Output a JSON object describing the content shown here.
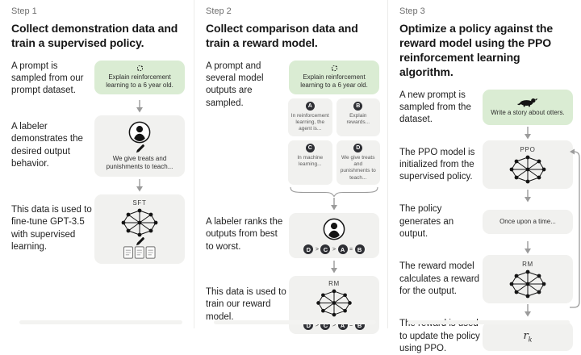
{
  "colors": {
    "background": "#ffffff",
    "green_box": "#daecd3",
    "gray_box": "#f1f1ef",
    "heading_text": "#161616",
    "step_label_text": "#6f6f6f",
    "body_text": "#1f1f1f",
    "arrow": "#9b9b9b",
    "rank_circle": "#2e2f34",
    "divider": "#ececea"
  },
  "steps": [
    {
      "label": "Step 1",
      "title": "Collect demonstration data and train a supervised policy.",
      "rows": [
        {
          "label": "A prompt is sampled from our prompt dataset.",
          "icon": "refresh-icon",
          "box_text": "Explain reinforcement learning to a 6 year old."
        },
        {
          "label": "A labeler demonstrates the desired output behavior.",
          "icons": [
            "labeler-icon",
            "pencil-icon"
          ],
          "box_text": "We give treats and punishments to teach..."
        },
        {
          "label": "This data is used to fine-tune GPT-3.5 with supervised learning.",
          "box_tag": "SFT",
          "icons": [
            "network-icon",
            "pencil-icon",
            "documents-icon"
          ]
        }
      ]
    },
    {
      "label": "Step 2",
      "title": "Collect comparison data and train a reward model.",
      "rows": [
        {
          "label": "A prompt and several model outputs are sampled.",
          "icon": "refresh-icon",
          "box_text": "Explain reinforcement learning to a 6 year old.",
          "outputs": [
            {
              "letter": "A",
              "text": "In reinforcement learning, the agent is..."
            },
            {
              "letter": "B",
              "text": "Explain rewards..."
            },
            {
              "letter": "C",
              "text": "In machine learning..."
            },
            {
              "letter": "D",
              "text": "We give treats and punishments to teach..."
            }
          ]
        },
        {
          "label": "A labeler ranks the outputs from best to worst.",
          "icon": "labeler-icon",
          "ranking": {
            "letters": [
              "D",
              "C",
              "A",
              "B"
            ],
            "separators": [
              ">",
              ">",
              "="
            ]
          }
        },
        {
          "label": "This data is used to train our reward model.",
          "box_tag": "RM",
          "icon": "network-icon",
          "ranking": {
            "letters": [
              "D",
              "C",
              "A",
              "B"
            ],
            "separators": [
              ">",
              ">",
              "="
            ]
          }
        }
      ]
    },
    {
      "label": "Step 3",
      "title": "Optimize a policy against the reward model using the PPO reinforcement learning algorithm.",
      "rows": [
        {
          "label": "A new prompt is sampled from the dataset.",
          "icon": "otter-icon",
          "box_text": "Write a story about otters."
        },
        {
          "label": "The PPO model is initialized from the supervised policy.",
          "box_tag": "PPO",
          "icon": "network-icon"
        },
        {
          "label": "The policy generates an output.",
          "box_text": "Once upon a time..."
        },
        {
          "label": "The reward model calculates a reward for the output.",
          "box_tag": "RM",
          "icon": "network-icon"
        },
        {
          "label": "The reward is used to update the policy using PPO.",
          "reward_symbol": "r",
          "reward_subscript": "k"
        }
      ]
    }
  ]
}
